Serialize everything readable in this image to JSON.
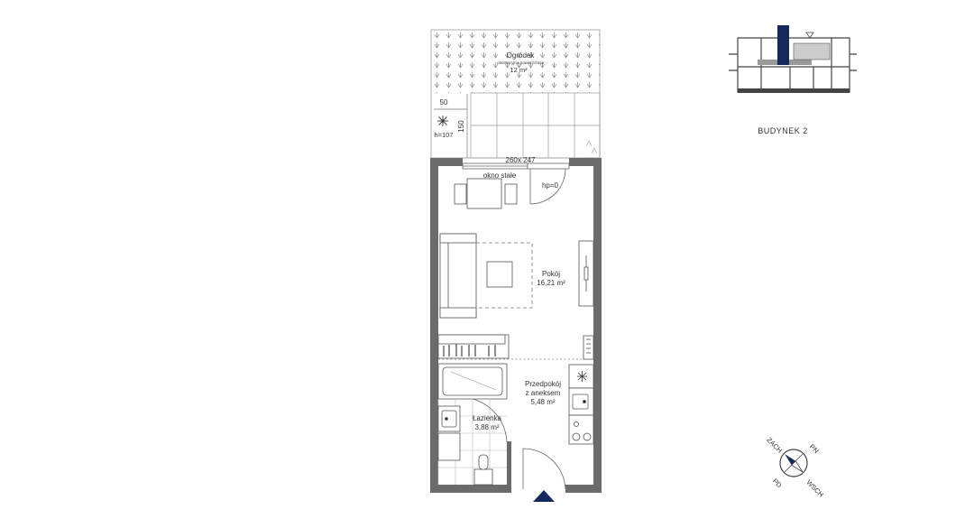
{
  "plan": {
    "garden": {
      "name": "Ogródek",
      "note": "orientacyjna powierzchnia",
      "area": "12 m²"
    },
    "dim_50": "50",
    "dim_150": "150",
    "ac_height": "h=107",
    "window_size": "260x 247",
    "window_type": "okno stałe",
    "door_threshold": "hp=0",
    "room": {
      "name": "Pokój",
      "area": "16,21 m²"
    },
    "hall": {
      "name_line1": "Przedpokój",
      "name_line2": "z aneksem",
      "area": "5,48 m²"
    },
    "bath": {
      "name": "Łazienka",
      "area": "3,88 m²"
    }
  },
  "building": {
    "label": "BUDYNEK 2"
  },
  "compass": {
    "nw": "ZACH",
    "ne": "PN",
    "sw": "PD",
    "se": "WSCH"
  },
  "colors": {
    "wall": "#6b6b6b",
    "accent": "#15295c",
    "line": "#8c8c8c"
  }
}
